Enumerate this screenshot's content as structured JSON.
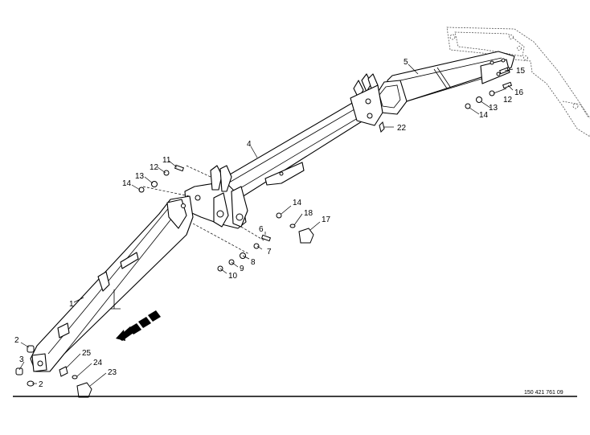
{
  "drawing_number": "150 421 761 09",
  "callouts": [
    {
      "id": "c1",
      "text": "1"
    },
    {
      "id": "c2a",
      "text": "2"
    },
    {
      "id": "c2b",
      "text": "2"
    },
    {
      "id": "c3",
      "text": "3"
    },
    {
      "id": "c4",
      "text": "4"
    },
    {
      "id": "c5",
      "text": "5"
    },
    {
      "id": "c6",
      "text": "6"
    },
    {
      "id": "c7",
      "text": "7"
    },
    {
      "id": "c8",
      "text": "8"
    },
    {
      "id": "c9",
      "text": "9"
    },
    {
      "id": "c10",
      "text": "10"
    },
    {
      "id": "c11",
      "text": "11"
    },
    {
      "id": "c12a",
      "text": "12"
    },
    {
      "id": "c12b",
      "text": "12"
    },
    {
      "id": "c13a",
      "text": "13"
    },
    {
      "id": "c13b",
      "text": "13"
    },
    {
      "id": "c14a",
      "text": "14"
    },
    {
      "id": "c14b",
      "text": "14"
    },
    {
      "id": "c14c",
      "text": "14"
    },
    {
      "id": "c15",
      "text": "15"
    },
    {
      "id": "c16",
      "text": "16"
    },
    {
      "id": "c17",
      "text": "17"
    },
    {
      "id": "c18",
      "text": "18"
    },
    {
      "id": "c22",
      "text": "22"
    },
    {
      "id": "c23",
      "text": "23"
    },
    {
      "id": "c24",
      "text": "24"
    },
    {
      "id": "c25",
      "text": "25"
    }
  ],
  "icons": {
    "direction": "travel-direction-arrow-icon"
  }
}
